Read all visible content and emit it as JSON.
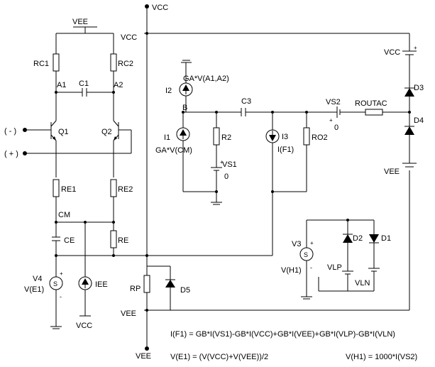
{
  "labels": {
    "vcc_top": "VCC",
    "vcc_left": "VCC",
    "vcc_d3": "VCC",
    "vee_top_left": "VEE",
    "vee_d4": "VEE",
    "vee_right_bus": "VEE",
    "vee_bottom": "VEE",
    "vcc_bottom": "VCC",
    "rc1": "RC1",
    "rc2": "RC2",
    "c1": "C1",
    "a1": "A1",
    "a2": "A2",
    "minus_in": "( - )",
    "plus_in": "( + )",
    "q1": "Q1",
    "q2": "Q2",
    "re1": "RE1",
    "re2": "RE2",
    "cm": "CM",
    "ce": "CE",
    "re": "RE",
    "v4": "V4",
    "v4_expr": "V(E1)",
    "iee": "IEE",
    "rp": "RP",
    "d5": "D5",
    "i2": "I2",
    "i2_expr": "GA*V(A1,A2)",
    "b": "B",
    "i1": "I1",
    "i1_expr": "GA*V(CM)",
    "r2": "R2",
    "vs1": "VS1",
    "zero1": "0",
    "c3": "C3",
    "i3": "I3",
    "i3_expr": "I(F1)",
    "ro2": "RO2",
    "vs2": "VS2",
    "zero2": "0",
    "routac": "ROUTAC",
    "d3": "D3",
    "d4": "D4",
    "v3": "V3",
    "v3_expr": "V(H1)",
    "d2": "D2",
    "d1": "D1",
    "vlp": "VLP",
    "vln": "VLN",
    "plus": "+",
    "minus": "-"
  },
  "equations": {
    "f1": "I(F1) = GB*I(VS1)-GB*I(VCC)+GB*I(VEE)+GB*I(VLP)-GB*I(VLN)",
    "e1": "V(E1) = (V(VCC)+V(VEE))/2",
    "h1": "V(H1) = 1000*I(VS2)"
  }
}
